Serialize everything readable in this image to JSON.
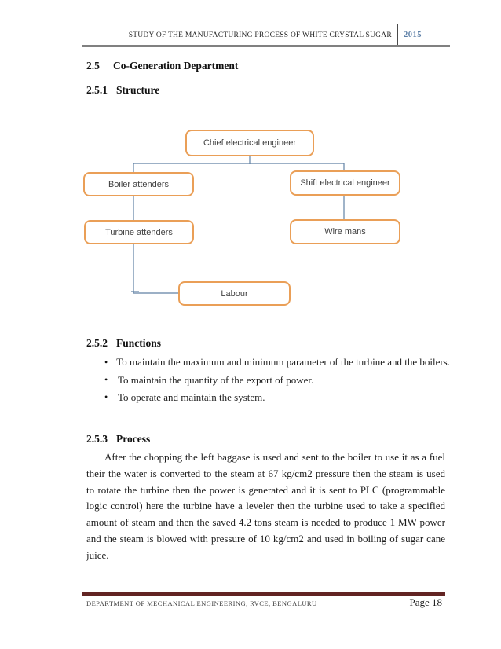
{
  "header": {
    "title": "STUDY OF THE MANUFACTURING PROCESS OF WHITE CRYSTAL SUGAR",
    "year": "2015",
    "year_color": "#5b7ea6",
    "rule_color": "#808080"
  },
  "sections": {
    "cogeneration": {
      "number": "2.5",
      "title": "Co-Generation Department"
    },
    "structure": {
      "number": "2.5.1",
      "title": "Structure"
    },
    "functions": {
      "number": "2.5.2",
      "title": "Functions"
    },
    "process": {
      "number": "2.5.3",
      "title": "Process"
    }
  },
  "org_chart": {
    "type": "org-chart",
    "border_color": "#ea9f57",
    "connector_color": "#6081a5",
    "boxes": [
      {
        "label": "Chief electrical engineer"
      },
      {
        "label": "Boiler attenders"
      },
      {
        "label": "Shift electrical engineer"
      },
      {
        "label": "Turbine attenders"
      },
      {
        "label": "Wire mans"
      },
      {
        "label": "Labour"
      }
    ],
    "edges": [
      "Chief electrical engineer -> Boiler attenders",
      "Chief electrical engineer -> Shift electrical engineer",
      "Boiler attenders -> Turbine attenders",
      "Shift electrical engineer -> Wire mans",
      "Turbine attenders -> Labour"
    ]
  },
  "functions_list": {
    "bullet": "•",
    "items": [
      "To maintain the maximum and minimum parameter of the turbine and the boilers.",
      "To maintain the quantity of the export of power.",
      "To operate and maintain the system."
    ]
  },
  "process_paragraph": {
    "lines": [
      "After the chopping the left baggase is used and sent to the boiler to use it as a fuel",
      "their the water is converted to the steam at 67 kg/cm2 pressure then the steam is used",
      "to rotate the turbine then the power is generated and it is sent to PLC (programmable",
      "logic control) here the turbine have a leveler then the turbine used to take a specified",
      "amount of steam and then the saved 4.2 tons steam is needed to produce 1 MW power",
      "and the steam is blowed with pressure of 10 kg/cm2 and used in boiling of sugar cane",
      "juice."
    ]
  },
  "footer": {
    "department": "DEPARTMENT OF MECHANICAL ENGINEERING, RVCE, BENGALURU",
    "page_label": "Page 18",
    "rule_color": "#622423"
  }
}
